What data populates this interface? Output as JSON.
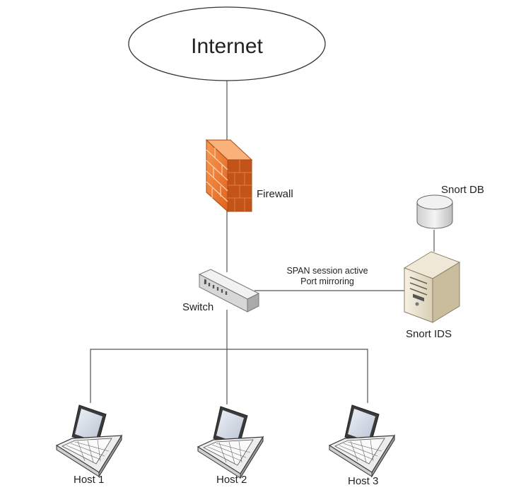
{
  "labels": {
    "internet": "Internet",
    "firewall": "Firewall",
    "switch": "Switch",
    "span_line1": "SPAN session active",
    "span_line2": "Port mirroring",
    "snort_db": "Snort DB",
    "snort_ids": "Snort IDS",
    "host1": "Host 1",
    "host2": "Host 2",
    "host3": "Host 3"
  },
  "colors": {
    "line": "#555555",
    "firewall_front": "#f07a2e",
    "firewall_side": "#c9561a",
    "firewall_top": "#f9a86a"
  },
  "icons": [
    "cloud-ellipse",
    "firewall-icon",
    "switch-icon",
    "database-icon",
    "server-icon",
    "laptop-icon"
  ]
}
